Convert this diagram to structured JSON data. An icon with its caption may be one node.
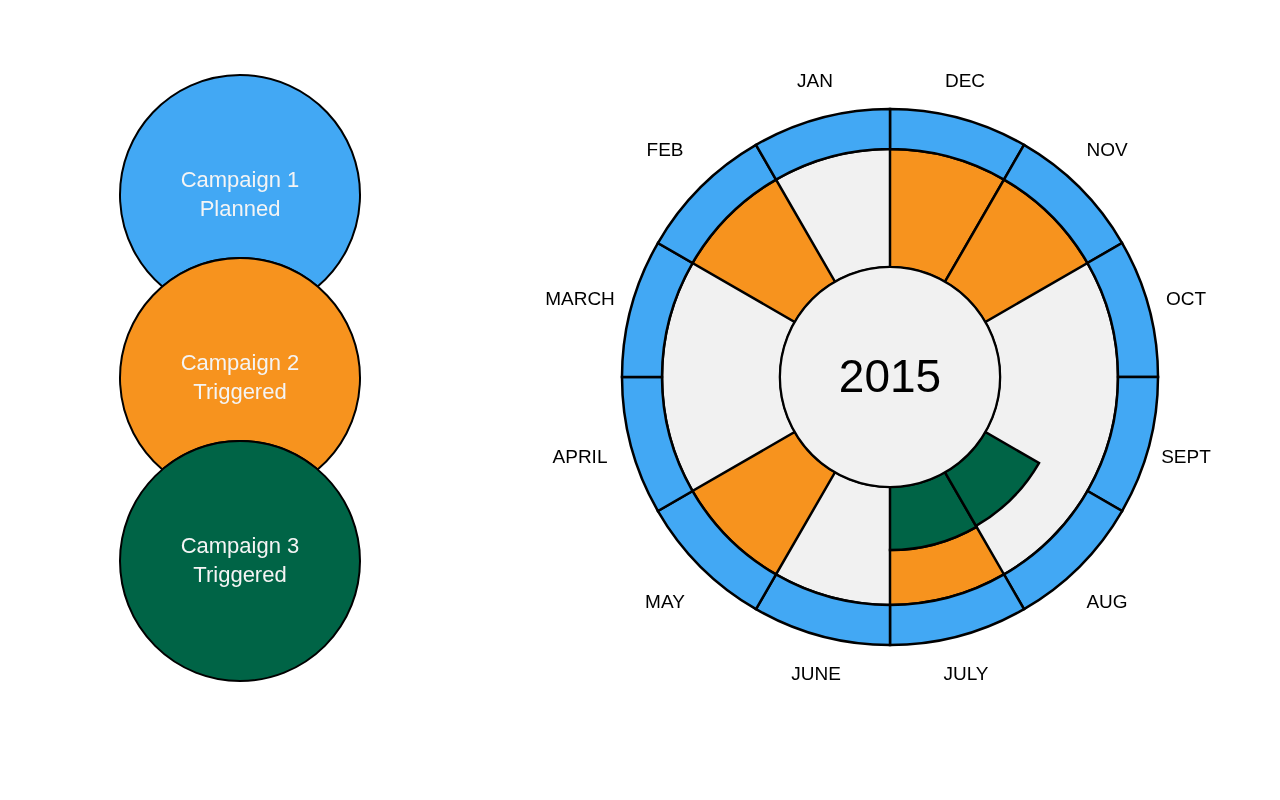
{
  "diagram": {
    "nodes": [
      {
        "text": [
          "Campaign 1 Planned"
        ]
      },
      {
        "text": [
          "Campaign 2 Triggered"
        ]
      },
      {
        "text": [
          "Campaign 3 Triggered"
        ]
      },
      {
        "text": [
          "2015"
        ]
      }
    ],
    "labels": [
      "JAN",
      "DEC",
      "FEB",
      "NOV",
      "MARCH",
      "OCT",
      "APRIL",
      "SEPT",
      "MAY",
      "AUG",
      "JUNE",
      "JULY"
    ]
  }
}
